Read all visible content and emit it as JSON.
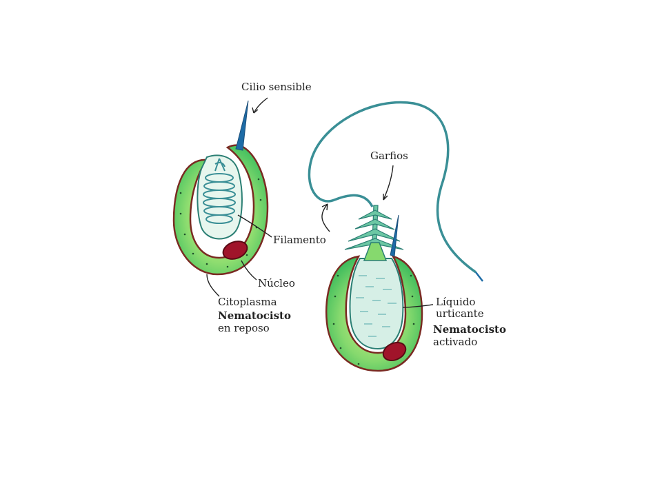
{
  "labels": {
    "cilio": "Cilio sensible",
    "garfios": "Garfios",
    "filamento": "Filamento",
    "nucleo": "Núcleo",
    "citoplasma": "Citoplasma",
    "reposo_title": "Nematocisto",
    "reposo_sub": "en reposo",
    "liquido_1": "Líquido",
    "liquido_2": "urticante",
    "activado_title": "Nematocisto",
    "activado_sub": "activado"
  },
  "colors": {
    "cell_green": "#5fcf6a",
    "cell_light": "#c8ec7a",
    "outline": "#7a2a22",
    "nucleus": "#a0142a",
    "filament": "#3a8f96",
    "cilium": "#1d6ba6",
    "liquid": "#d6efe6"
  }
}
